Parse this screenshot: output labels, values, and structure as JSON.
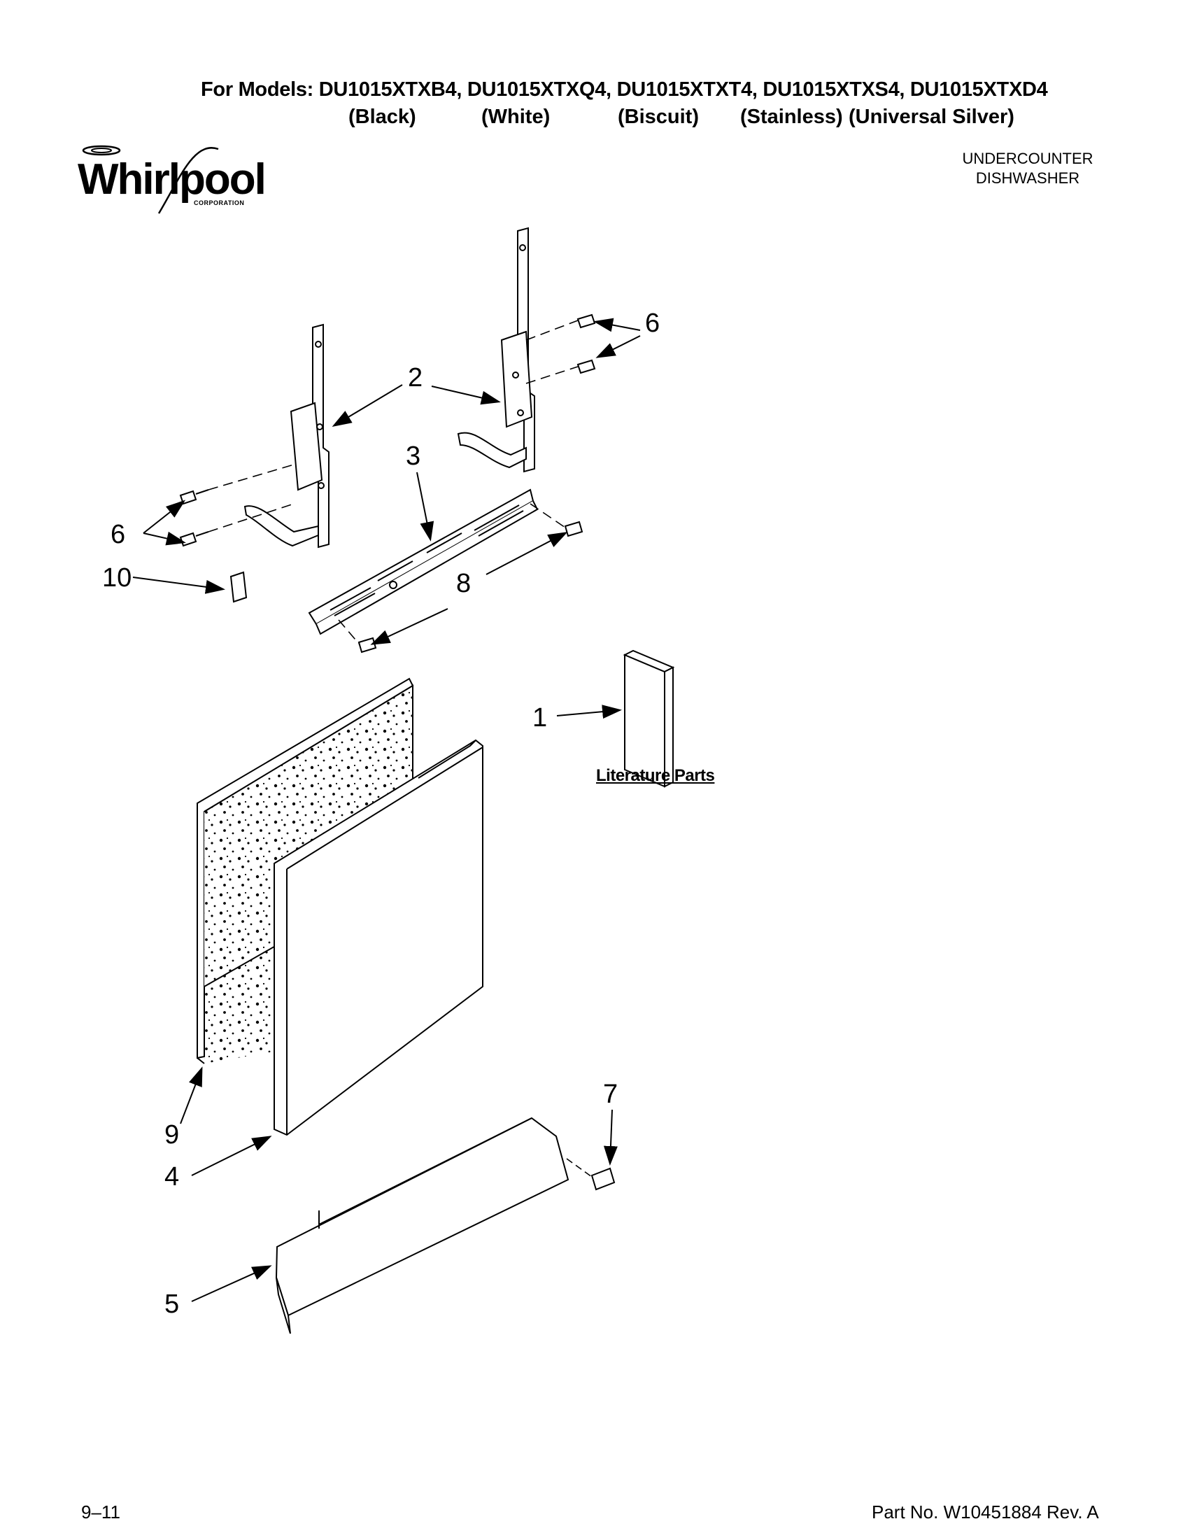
{
  "header": {
    "models_line": "For Models: DU1015XTXB4, DU1015XTXQ4, DU1015XTXT4, DU1015XTXS4, DU1015XTXD4",
    "colors": [
      "(Black)",
      "(White)",
      "(Biscuit)",
      "(Stainless)",
      "(Universal Silver)"
    ]
  },
  "brand": {
    "logo_text": "Whirlpool",
    "logo_sub": "CORPORATION"
  },
  "product": {
    "line1": "UNDERCOUNTER",
    "line2": "DISHWASHER"
  },
  "callouts": [
    "1",
    "2",
    "3",
    "4",
    "5",
    "6",
    "6",
    "7",
    "8",
    "9",
    "10"
  ],
  "literature_label": "Literature Parts",
  "footer": {
    "date": "9–11",
    "part_no": "Part No. W10451884 Rev. A"
  }
}
